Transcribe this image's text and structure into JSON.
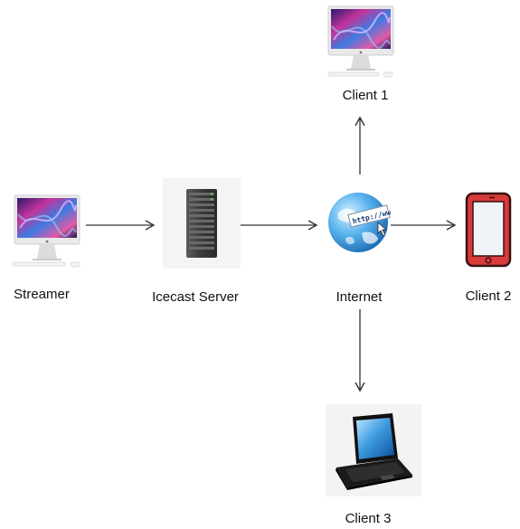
{
  "diagram": {
    "nodes": [
      {
        "id": "streamer",
        "label": "Streamer",
        "icon": "imac-monitor-icon"
      },
      {
        "id": "icecast-server",
        "label": "Icecast Server",
        "icon": "server-rack-icon"
      },
      {
        "id": "internet",
        "label": "Internet",
        "icon": "globe-http-icon"
      },
      {
        "id": "client-1",
        "label": "Client 1",
        "icon": "imac-monitor-icon"
      },
      {
        "id": "client-2",
        "label": "Client 2",
        "icon": "tablet-icon"
      },
      {
        "id": "client-3",
        "label": "Client 3",
        "icon": "laptop-icon"
      }
    ],
    "edges": [
      {
        "from": "streamer",
        "to": "icecast-server"
      },
      {
        "from": "icecast-server",
        "to": "internet"
      },
      {
        "from": "internet",
        "to": "client-1"
      },
      {
        "from": "internet",
        "to": "client-2"
      },
      {
        "from": "internet",
        "to": "client-3"
      }
    ],
    "colors": {
      "arrow": "#333333",
      "tablet_frame": "#d93a3a",
      "globe": "#2f8fd6",
      "server": "#3a3a3a"
    }
  }
}
